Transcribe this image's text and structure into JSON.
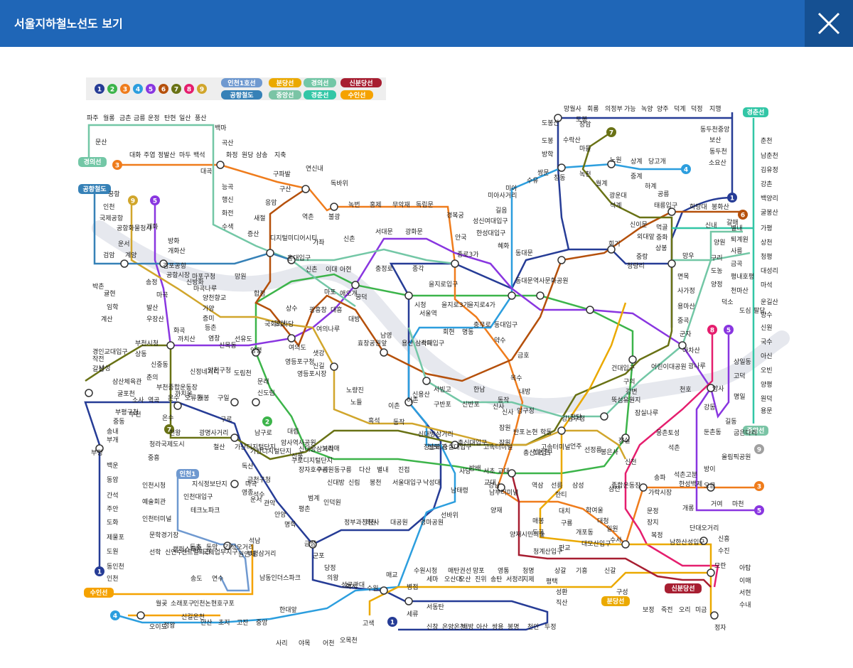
{
  "header": {
    "title": "서울지하철노선도 보기"
  },
  "legend": {
    "numbered": [
      {
        "label": "1",
        "color": "#263c96"
      },
      {
        "label": "2",
        "color": "#3cb44a"
      },
      {
        "label": "3",
        "color": "#ef7c1c"
      },
      {
        "label": "4",
        "color": "#2c9ede"
      },
      {
        "label": "5",
        "color": "#8936e0"
      },
      {
        "label": "6",
        "color": "#b5500b"
      },
      {
        "label": "7",
        "color": "#697215"
      },
      {
        "label": "8",
        "color": "#e51e6e"
      },
      {
        "label": "9",
        "color": "#d1a62c"
      }
    ],
    "named": [
      {
        "label": "인천1호선",
        "color": "#6f99d0"
      },
      {
        "label": "분당선",
        "color": "#eba900"
      },
      {
        "label": "경의선",
        "color": "#73c7a6"
      },
      {
        "label": "신분당선",
        "color": "#a71e31"
      },
      {
        "label": "공항철도",
        "color": "#3681b7"
      },
      {
        "label": "중앙선",
        "color": "#7ac4a5"
      },
      {
        "label": "경춘선",
        "color": "#32c6a6"
      },
      {
        "label": "수인선",
        "color": "#f5a200"
      }
    ]
  },
  "line_tags": [
    {
      "label": "경의선",
      "color": "#73c7a6"
    },
    {
      "label": "공항철도",
      "color": "#3681b7"
    },
    {
      "label": "경춘선",
      "color": "#32c6a6"
    },
    {
      "label": "중앙선",
      "color": "#7ac4a5"
    },
    {
      "label": "인천1",
      "color": "#6f99d0"
    },
    {
      "label": "수인선",
      "color": "#f5a200"
    },
    {
      "label": "분당선",
      "color": "#eba900"
    },
    {
      "label": "신분당선",
      "color": "#a71e31"
    }
  ],
  "line_badges": [
    {
      "label": "3",
      "color": "#ef7c1c"
    },
    {
      "label": "9",
      "color": "#d1a62c"
    },
    {
      "label": "5",
      "color": "#8936e0"
    },
    {
      "label": "7",
      "color": "#697215"
    },
    {
      "label": "4",
      "color": "#2c9ede"
    },
    {
      "label": "1",
      "color": "#263c96"
    },
    {
      "label": "6",
      "color": "#b5500b"
    },
    {
      "label": "8",
      "color": "#e51e6e"
    },
    {
      "label": "5",
      "color": "#8936e0"
    },
    {
      "label": "2",
      "color": "#3cb44a"
    },
    {
      "label": "7",
      "color": "#697215"
    },
    {
      "label": "9",
      "color": "#a0a0a0"
    },
    {
      "label": "3",
      "color": "#ef7c1c"
    },
    {
      "label": "5",
      "color": "#8936e0"
    },
    {
      "label": "1",
      "color": "#263c96"
    },
    {
      "label": "4",
      "color": "#2c9ede"
    },
    {
      "label": "1",
      "color": "#263c96"
    }
  ],
  "stations": [
    "파주",
    "월롱",
    "금촌",
    "금릉",
    "운정",
    "탄현",
    "일산",
    "풍산",
    "백마",
    "곡산",
    "대화",
    "주엽",
    "정발산",
    "마두",
    "백석",
    "대곡",
    "화정",
    "원당",
    "삼송",
    "지축",
    "문산",
    "능곡",
    "행신",
    "화전",
    "수색",
    "구파발",
    "연신내",
    "독바위",
    "구산",
    "응암",
    "역촌",
    "불광",
    "녹번",
    "홍제",
    "무악재",
    "독립문",
    "경복궁",
    "새절",
    "증산",
    "디지털미디어시티",
    "가좌",
    "신촌",
    "서대문",
    "광화문",
    "안국",
    "종로3가",
    "종각",
    "시청",
    "을지로입구",
    "을지로3가",
    "을지로4가",
    "동대문역사문화공원",
    "동대문",
    "혜화",
    "한성대입구",
    "성신여대입구",
    "길음",
    "미아사거리",
    "미아",
    "수유",
    "쌍문",
    "창동",
    "녹천",
    "월계",
    "광운대",
    "석계",
    "신이문",
    "외대앞",
    "회기",
    "청량리",
    "도봉산",
    "도봉",
    "방학",
    "수락산",
    "마들",
    "노원",
    "상계",
    "당고개",
    "중계",
    "하계",
    "공릉",
    "태릉입구",
    "화랑대",
    "봉화산",
    "도봉",
    "장암",
    "망월사",
    "회룡",
    "의정부",
    "가능",
    "녹양",
    "양주",
    "덕계",
    "덕정",
    "지행",
    "동두천중앙",
    "보산",
    "동두천",
    "소요산",
    "춘천",
    "남춘천",
    "김유정",
    "강촌",
    "백양리",
    "굴봉산",
    "가평",
    "상천",
    "청평",
    "대성리",
    "마석",
    "천마산",
    "평내호평",
    "금곡",
    "사릉",
    "퇴계원",
    "별내",
    "갈매",
    "신내",
    "양원",
    "구리",
    "도농",
    "양정",
    "덕소",
    "도심",
    "팔당",
    "운길산",
    "양수",
    "신원",
    "국수",
    "아신",
    "오빈",
    "양평",
    "원덕",
    "용문",
    "상봉",
    "망우",
    "중랑",
    "먹골",
    "중화",
    "면목",
    "사가정",
    "용마산",
    "중곡",
    "군자",
    "아차산",
    "광나루",
    "천호",
    "강동",
    "길동",
    "굽은다리",
    "명일",
    "고덕",
    "상일동",
    "암사",
    "둔촌동",
    "올림픽공원",
    "방이",
    "오금",
    "개롱",
    "거여",
    "마천",
    "가락시장",
    "문정",
    "장지",
    "복정",
    "남한산성입구",
    "단대오거리",
    "신흥",
    "수진",
    "모란",
    "아탑",
    "이매",
    "서현",
    "수내",
    "정자",
    "미금",
    "오리",
    "죽전",
    "보정",
    "구성",
    "신갈",
    "기흥",
    "상갈",
    "청명",
    "영통",
    "망포",
    "매탄권선",
    "수원시청",
    "매교",
    "수원",
    "고색",
    "오목천",
    "어천",
    "야목",
    "사리",
    "한대앞",
    "중앙",
    "고잔",
    "초지",
    "안산",
    "신길온천",
    "정왕",
    "오이도",
    "월곶",
    "소래포구",
    "인천논현",
    "호구포",
    "남동인더스파크",
    "원인재",
    "연수",
    "송도",
    "인천",
    "동인천",
    "도원",
    "제물포",
    "도화",
    "주안",
    "간석",
    "동암",
    "백운",
    "부평",
    "부개",
    "송내",
    "중동",
    "부천",
    "소사",
    "역곡",
    "온수",
    "오류동",
    "개봉",
    "구일",
    "구로",
    "가산디지털단지",
    "독산",
    "금천구청",
    "석수",
    "관악",
    "안양",
    "명학",
    "금정",
    "군포",
    "당정",
    "의왕",
    "성균관대",
    "화서",
    "세류",
    "병점",
    "세마",
    "오산대",
    "오산",
    "진위",
    "송탄",
    "서정리",
    "지제",
    "평택",
    "성환",
    "직산",
    "두정",
    "천안",
    "봉명",
    "쌍용",
    "아산",
    "배방",
    "온양온천",
    "신창",
    "서동탄",
    "범계",
    "평촌",
    "인덕원",
    "정부과천청사",
    "과천",
    "대공원",
    "경마공원",
    "선바위",
    "남태령",
    "사당",
    "총신대입구",
    "동작",
    "이촌",
    "신용산",
    "삼각지",
    "숙대입구",
    "서울역",
    "회현",
    "명동",
    "충무로",
    "동대입구",
    "약수",
    "금호",
    "옥수",
    "압구정",
    "신사",
    "잠원",
    "고속터미널",
    "교대",
    "남부터미널",
    "양재",
    "매봉",
    "도곡",
    "대치",
    "학여울",
    "대청",
    "일원",
    "수서",
    "신사",
    "잠원",
    "반포",
    "논현",
    "학동",
    "강남구청",
    "청담",
    "뚝섬유원지",
    "건대입구",
    "어린이대공원",
    "구의",
    "강변",
    "잠실나루",
    "잠실",
    "신천",
    "종합운동장",
    "삼성",
    "선릉",
    "역삼",
    "강남",
    "양재시민의숲",
    "청계산입구",
    "판교",
    "대모산입구",
    "개포동",
    "구룡",
    "한티",
    "신논현",
    "언주",
    "선정릉",
    "봉은사",
    "삼전",
    "석촌",
    "송파",
    "석촌고분",
    "한성백제",
    "몽촌토성",
    "신대방삼거리",
    "보라매",
    "신풍",
    "대림",
    "구로디지털단지",
    "신대방",
    "신림",
    "봉천",
    "서울대입구",
    "낙성대",
    "방배",
    "서초",
    "교대",
    "마포구청",
    "망원",
    "합정",
    "상수",
    "광흥창",
    "대흥",
    "공덕",
    "애오개",
    "충정로",
    "아현",
    "이대",
    "신촌",
    "홍대입구",
    "여의나루",
    "여의도",
    "신길",
    "영등포시장",
    "영등포구청",
    "양평",
    "당산",
    "문래",
    "신도림",
    "도림천",
    "양천구청",
    "신정네거리",
    "까치산",
    "화곡",
    "우장산",
    "발산",
    "마곡",
    "송정",
    "김포공항",
    "개화산",
    "방화",
    "개화",
    "공항시장",
    "신방화",
    "마곡나루",
    "양천향교",
    "가양",
    "증미",
    "등촌",
    "염창",
    "신목동",
    "선유도",
    "국회의사당",
    "샛강",
    "노량진",
    "노들",
    "흑석",
    "구반포",
    "신반포",
    "동작",
    "내방",
    "총신대입구",
    "고속터미널",
    "효창공원앞",
    "남영",
    "용산",
    "서빙고",
    "한남",
    "이촌",
    "마포",
    "대방",
    "신대방삼거리",
    "장승배기",
    "상도",
    "숭실대입구",
    "남성",
    "삼산체육관",
    "굴포천",
    "부평구청",
    "상동",
    "부천시청",
    "신중동",
    "춘의",
    "부천종합운동장",
    "까치울",
    "온수",
    "천왕",
    "광명사거리",
    "철산",
    "가산디지털단지",
    "남구로",
    "작전",
    "갈산",
    "경인교대입구",
    "계산",
    "임학",
    "박촌",
    "귤현",
    "검암",
    "운서",
    "공항화물청사",
    "국제공항",
    "인천",
    "공항",
    "계양",
    "인천시청",
    "예술회관",
    "인천터미널",
    "문학경기장",
    "선학",
    "신연수",
    "센트럴파크",
    "국제업무지구",
    "인천대입구",
    "지식정보단지",
    "테크노파크",
    "캠퍼스타운",
    "동춘",
    "동막",
    "간석오거리",
    "부평삼거리",
    "석남",
    "중흥",
    "청라국제도시",
    "마곡",
    "영종",
    "운서",
    "암사역사공원",
    "장자호수공원",
    "구리",
    "동구릉",
    "다산",
    "별내",
    "진접"
  ]
}
